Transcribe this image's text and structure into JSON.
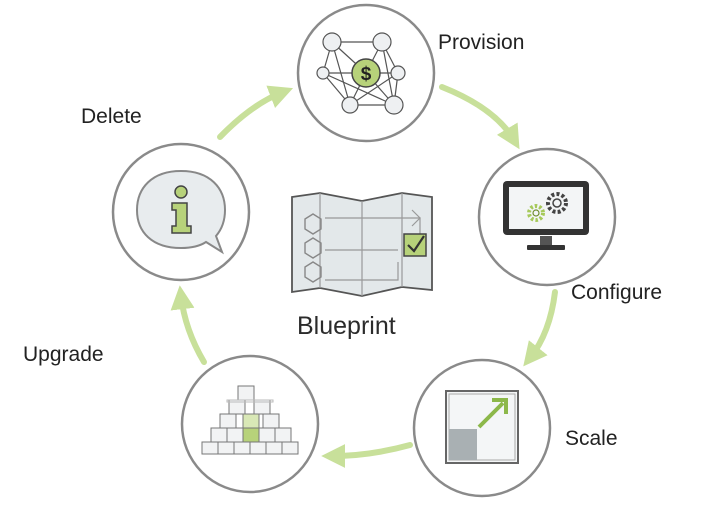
{
  "diagram": {
    "center_label": "Blueprint",
    "stages": [
      {
        "id": "provision",
        "label": "Provision",
        "icon": "network-dollar-icon"
      },
      {
        "id": "configure",
        "label": "Configure",
        "icon": "monitor-gears-icon"
      },
      {
        "id": "scale",
        "label": "Scale",
        "icon": "scale-arrow-icon"
      },
      {
        "id": "upgrade",
        "label": "Upgrade",
        "icon": "cube-stack-icon"
      },
      {
        "id": "delete",
        "label": "Delete",
        "icon": "info-speech-bubble-icon"
      }
    ]
  },
  "colors": {
    "arrow": "#c8e09a",
    "accent": "#a6c95a",
    "node_border": "#8a8a8a",
    "icon_stroke": "#555555",
    "icon_fill": "#e6eaec"
  }
}
